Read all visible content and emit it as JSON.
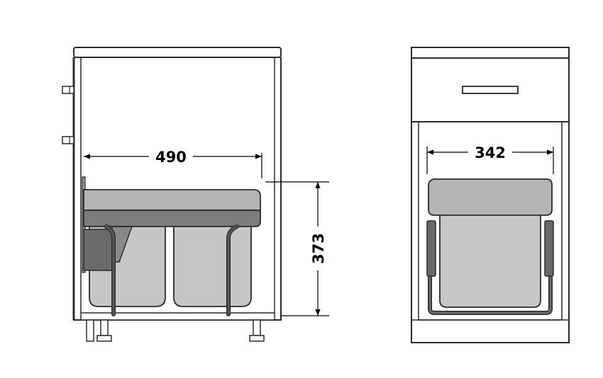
{
  "dimensions": {
    "side_depth": "490",
    "side_height": "373",
    "front_width": "342"
  },
  "colors": {
    "outline": "#2a2a2a",
    "bin_light": "#c6c6c6",
    "lid_top": "#b4b4b4",
    "lid_bottom": "#7c7c7c",
    "frame_dark": "#6a6a6a",
    "rail_dark": "#565656"
  }
}
